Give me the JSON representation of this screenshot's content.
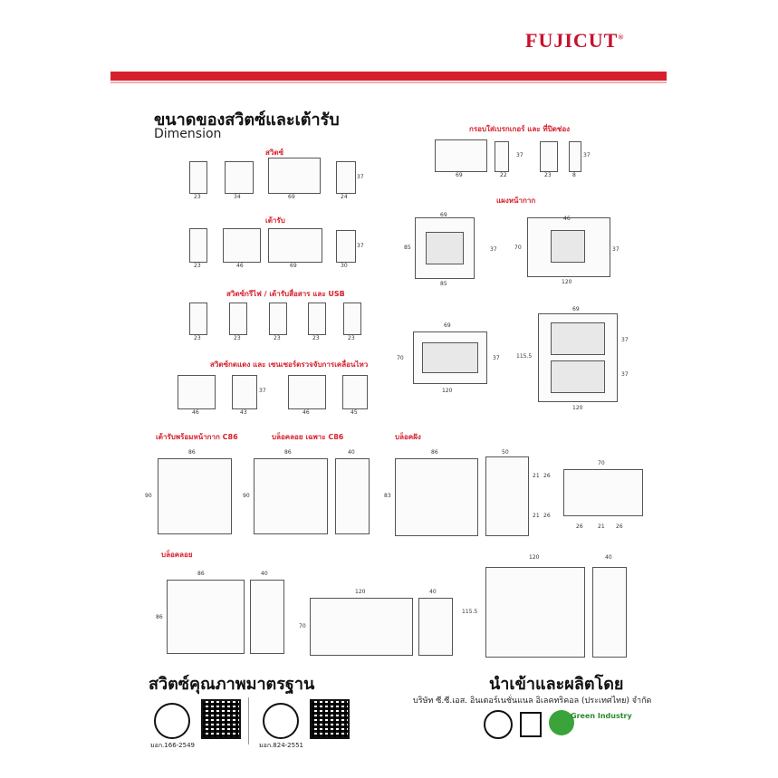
{
  "brand": {
    "name": "FUJICUT",
    "mark": "®"
  },
  "heading": {
    "th": "ขนาดของสวิตซ์และเต้ารับ",
    "en": "Dimension"
  },
  "sections": {
    "switch": "สวิตซ์",
    "socket": "เต้ารับ",
    "data": "สวิตซ์กรีไฟ / เต้ารับสื่อสาร และ USB",
    "bell": "สวิตซ์กดแดง และ เซนเซอร์ตรวจจับการเคลื่อนไหว",
    "breaker": "กรอบใส่เบรกเกอร์ และ ที่ปิดช่อง",
    "plate": "แผงหน้ากาก",
    "socket_plate": "เต้ารับพร้อมหน้ากาก C86",
    "box_c86": "บล็อคลอย เฉพาะ C86",
    "box_flush": "บล็อคฝัง",
    "box_surface": "บล็อคลอย"
  },
  "dims": {
    "d23": "23",
    "d34": "34",
    "d69": "69",
    "d24": "24",
    "d37": "37",
    "d46": "46",
    "d30": "30",
    "d45": "45",
    "d43": "43",
    "d22": "22",
    "d8": "8",
    "d85": "85",
    "d70": "70",
    "d120": "120",
    "d115": "115.5",
    "d86": "86",
    "d40": "40",
    "d90": "90",
    "d83": "83",
    "d50": "50",
    "d21": "21",
    "d26": "26"
  },
  "footer": {
    "slogan": "สวิตซ์คุณภาพมาตรฐาน",
    "made_by": "นำเข้าและผลิตโดย",
    "company": "บริษัท ซี.ซี.เอส. อินเตอร์เนชั่นแนล อิเลคทริคอล (ประเทศไทย) จำกัด",
    "tis1": "มอก.166-2549",
    "tis2": "มอก.824-2551",
    "green": "Green Industry"
  }
}
